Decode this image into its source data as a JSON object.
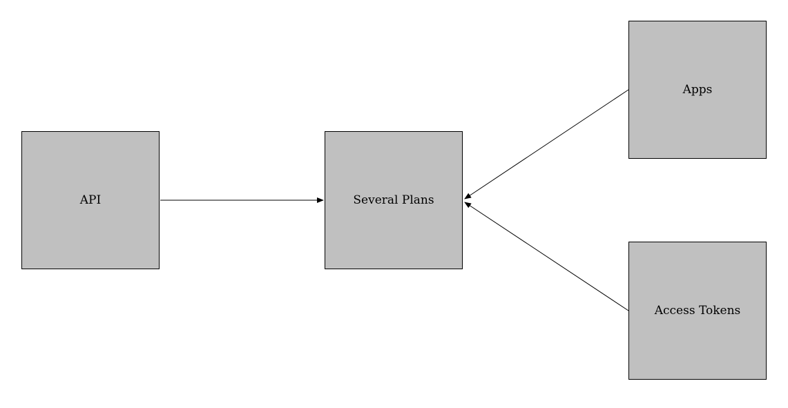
{
  "colors": {
    "background": "#ffffff",
    "node_fill": "#c0c0c0",
    "node_border": "#000000",
    "edge_color": "#000000",
    "text_color": "#000000"
  },
  "diagram": {
    "nodes": [
      {
        "id": "api",
        "label": "API"
      },
      {
        "id": "several-plans",
        "label": "Several Plans"
      },
      {
        "id": "apps",
        "label": "Apps"
      },
      {
        "id": "access-tokens",
        "label": "Access Tokens"
      }
    ],
    "edges": [
      {
        "from": "API",
        "to": "Several Plans"
      },
      {
        "from": "Apps",
        "to": "Several Plans"
      },
      {
        "from": "Access Tokens",
        "to": "Several Plans"
      }
    ]
  }
}
